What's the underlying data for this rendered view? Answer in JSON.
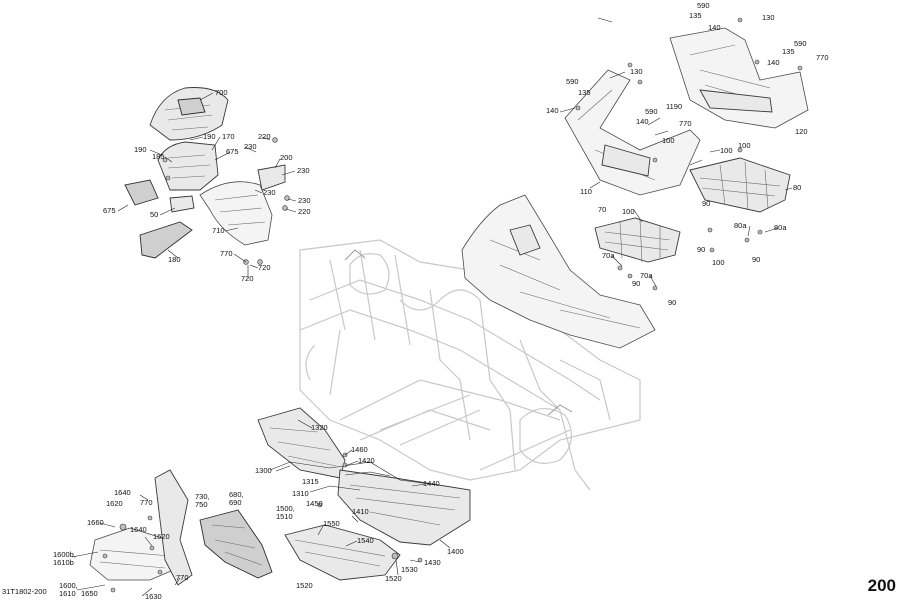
{
  "diagram": {
    "ref_code": "31T1802-200",
    "page_number": "200",
    "callouts": [
      {
        "id": "c700",
        "text": "700"
      },
      {
        "id": "c190a",
        "text": "190"
      },
      {
        "id": "c170",
        "text": "170"
      },
      {
        "id": "c220a",
        "text": "220"
      },
      {
        "id": "c190b",
        "text": "190"
      },
      {
        "id": "c185",
        "text": "185"
      },
      {
        "id": "c675a",
        "text": "675"
      },
      {
        "id": "c230a",
        "text": "230"
      },
      {
        "id": "c200",
        "text": "200"
      },
      {
        "id": "c230b",
        "text": "230"
      },
      {
        "id": "c230c",
        "text": "230"
      },
      {
        "id": "c230d",
        "text": "230"
      },
      {
        "id": "c220b",
        "text": "220"
      },
      {
        "id": "c675b",
        "text": "675"
      },
      {
        "id": "c50",
        "text": "50"
      },
      {
        "id": "c710",
        "text": "710"
      },
      {
        "id": "c180",
        "text": "180"
      },
      {
        "id": "c770a",
        "text": "770"
      },
      {
        "id": "c720a",
        "text": "720"
      },
      {
        "id": "c720b",
        "text": "720"
      },
      {
        "id": "c590a",
        "text": "590"
      },
      {
        "id": "c135a",
        "text": "135"
      },
      {
        "id": "c130a",
        "text": "130"
      },
      {
        "id": "c140a",
        "text": "140"
      },
      {
        "id": "c590b",
        "text": "590"
      },
      {
        "id": "c135b",
        "text": "135"
      },
      {
        "id": "c770b",
        "text": "770"
      },
      {
        "id": "c140b",
        "text": "140"
      },
      {
        "id": "c590c",
        "text": "590"
      },
      {
        "id": "c130b",
        "text": "130"
      },
      {
        "id": "c135c",
        "text": "135"
      },
      {
        "id": "c140c",
        "text": "140"
      },
      {
        "id": "c590d",
        "text": "590"
      },
      {
        "id": "c1190",
        "text": "1190"
      },
      {
        "id": "c140d",
        "text": "140"
      },
      {
        "id": "c770c",
        "text": "770"
      },
      {
        "id": "c120",
        "text": "120"
      },
      {
        "id": "c100a",
        "text": "100"
      },
      {
        "id": "c100b",
        "text": "100"
      },
      {
        "id": "c110",
        "text": "110"
      },
      {
        "id": "c80",
        "text": "80"
      },
      {
        "id": "c90a",
        "text": "90"
      },
      {
        "id": "c100c",
        "text": "100"
      },
      {
        "id": "c100d",
        "text": "100"
      },
      {
        "id": "c70",
        "text": "70"
      },
      {
        "id": "c80a1",
        "text": "80a"
      },
      {
        "id": "c80a2",
        "text": "80a"
      },
      {
        "id": "c90b",
        "text": "90"
      },
      {
        "id": "c90c",
        "text": "90"
      },
      {
        "id": "c70a1",
        "text": "70a"
      },
      {
        "id": "c90d",
        "text": "90"
      },
      {
        "id": "c70a2",
        "text": "70a"
      },
      {
        "id": "c90e",
        "text": "90"
      },
      {
        "id": "c100e",
        "text": "100"
      },
      {
        "id": "c1320",
        "text": "1320"
      },
      {
        "id": "c1460",
        "text": "1460"
      },
      {
        "id": "c1420",
        "text": "1420"
      },
      {
        "id": "c1300",
        "text": "1300"
      },
      {
        "id": "c1315",
        "text": "1315"
      },
      {
        "id": "c1440",
        "text": "1440"
      },
      {
        "id": "c1310",
        "text": "1310"
      },
      {
        "id": "c1450",
        "text": "1450"
      },
      {
        "id": "c1410",
        "text": "1410"
      },
      {
        "id": "c1500",
        "text": "1500,\n1510"
      },
      {
        "id": "c1550",
        "text": "1550"
      },
      {
        "id": "c1540",
        "text": "1540"
      },
      {
        "id": "c1400",
        "text": "1400"
      },
      {
        "id": "c1430",
        "text": "1430"
      },
      {
        "id": "c1530",
        "text": "1530"
      },
      {
        "id": "c1520a",
        "text": "1520"
      },
      {
        "id": "c1520b",
        "text": "1520"
      },
      {
        "id": "c1640a",
        "text": "1640"
      },
      {
        "id": "c1620a",
        "text": "1620"
      },
      {
        "id": "c770d",
        "text": "770"
      },
      {
        "id": "c730",
        "text": "730,\n750"
      },
      {
        "id": "c680",
        "text": "680,\n690"
      },
      {
        "id": "c1660",
        "text": "1660"
      },
      {
        "id": "c1640b",
        "text": "1640"
      },
      {
        "id": "c1620b",
        "text": "1620"
      },
      {
        "id": "c1600b",
        "text": "1600b,\n1610b"
      },
      {
        "id": "c770e",
        "text": "770"
      },
      {
        "id": "c1600",
        "text": "1600,\n1610"
      },
      {
        "id": "c1650",
        "text": "1650"
      },
      {
        "id": "c1630",
        "text": "1630"
      }
    ]
  }
}
